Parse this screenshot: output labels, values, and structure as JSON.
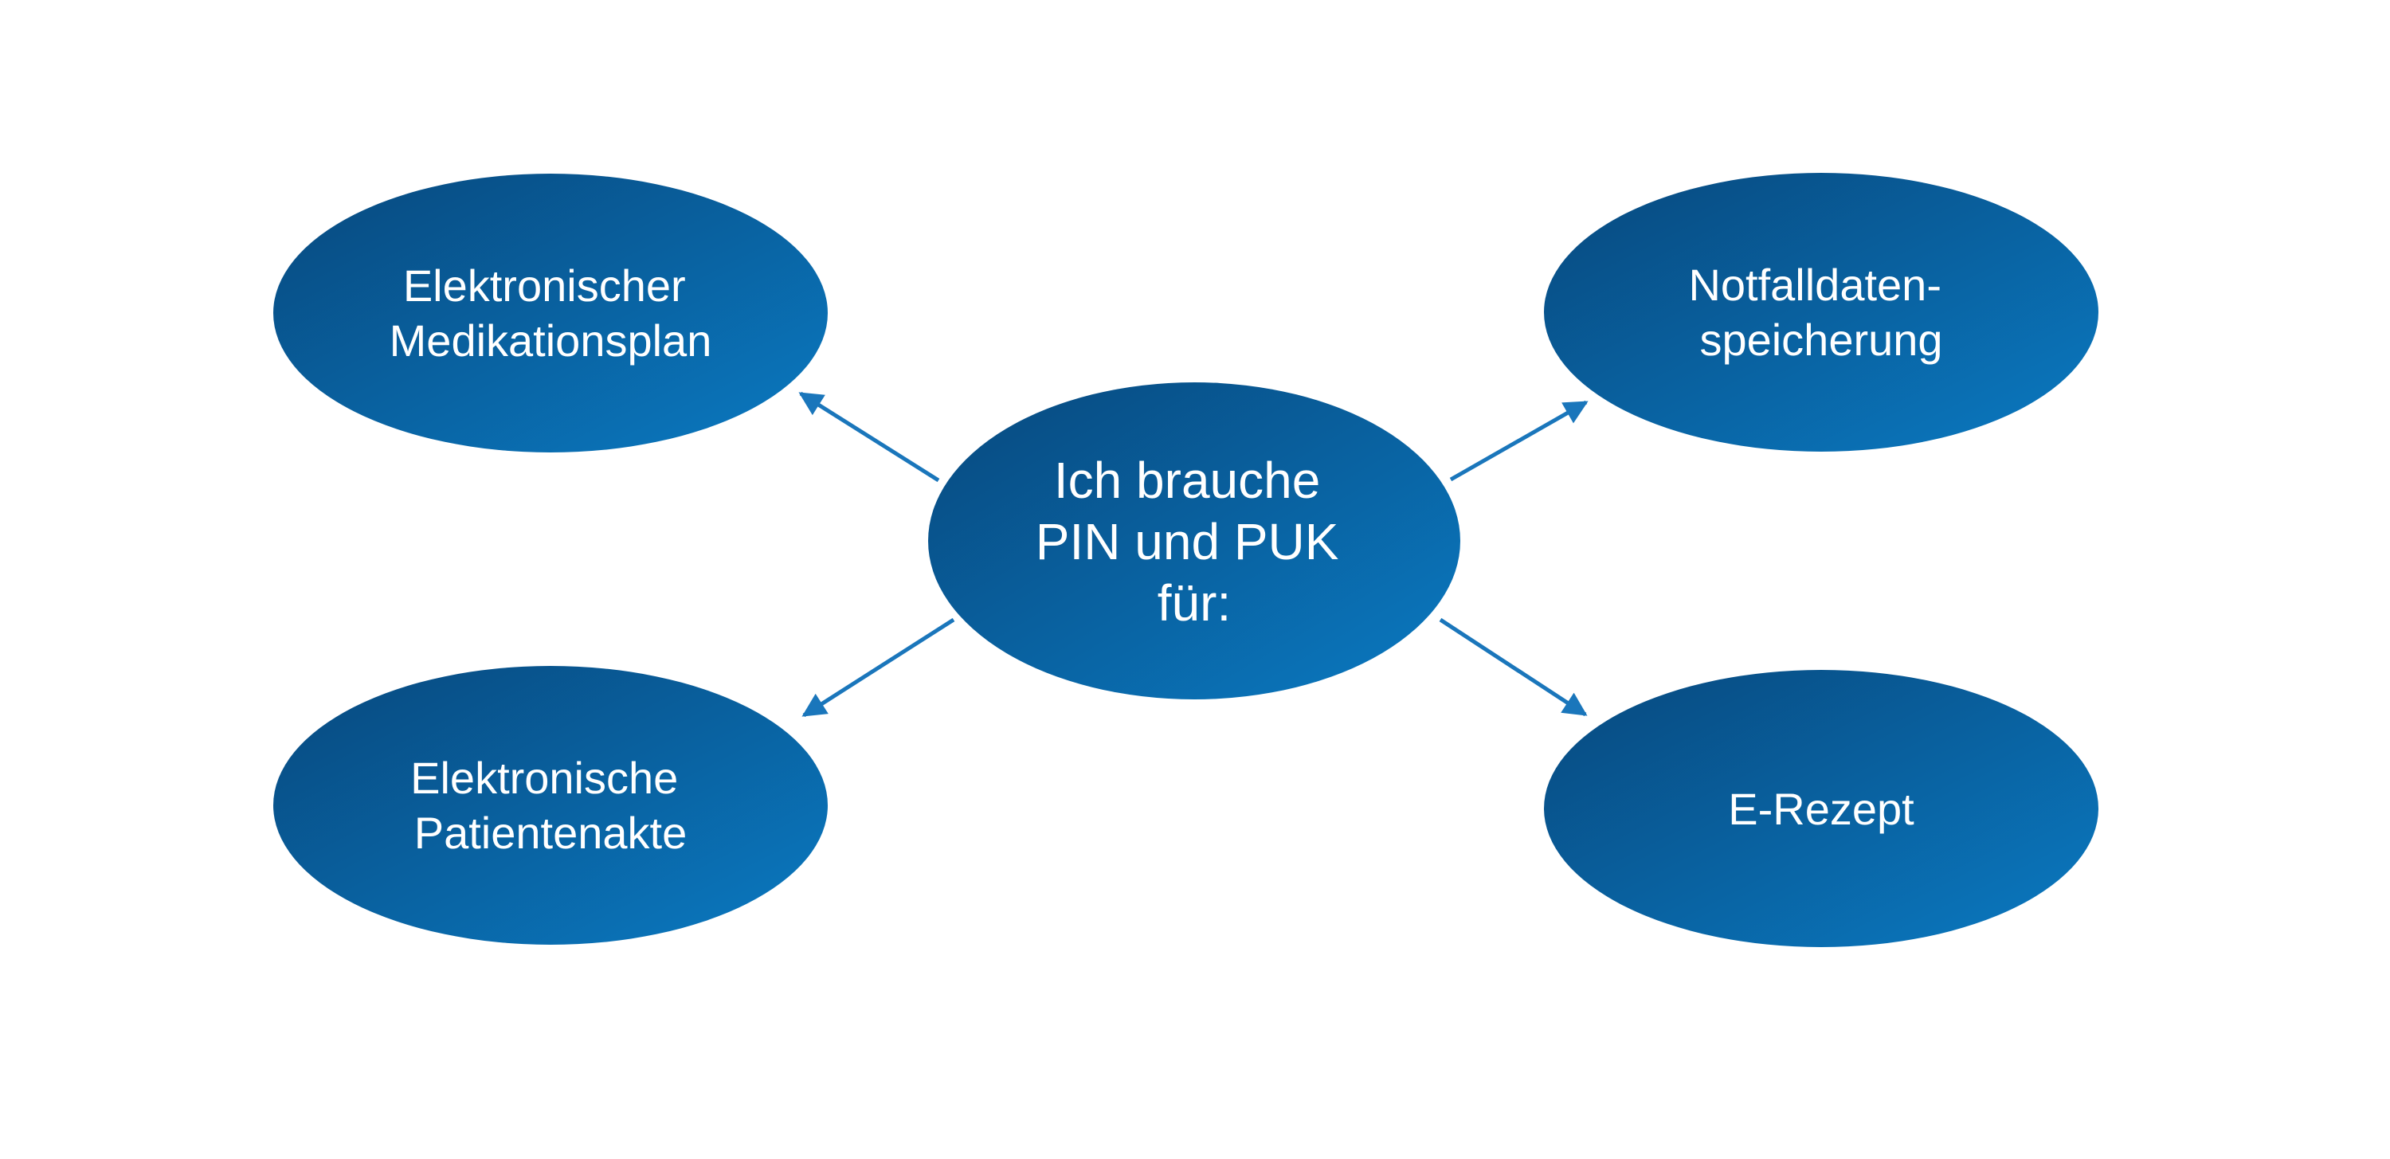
{
  "diagram": {
    "type": "mind-map",
    "colors": {
      "node_gradient_start": "#08487d",
      "node_gradient_end": "#0a7ac2",
      "arrow": "#1a76bb",
      "node_text": "#ffffff",
      "background": "#ffffff"
    },
    "center": {
      "id": "center",
      "lines": [
        "Ich brauche",
        "PIN und PUK",
        "für:"
      ]
    },
    "nodes": [
      {
        "id": "medikationsplan",
        "lines": [
          "Elektronischer",
          "Medikationsplan"
        ]
      },
      {
        "id": "notfalldaten",
        "lines": [
          "Notfalldaten-",
          "speicherung"
        ]
      },
      {
        "id": "patientenakte",
        "lines": [
          "Elektronische",
          "Patientenakte"
        ]
      },
      {
        "id": "erezept",
        "lines": [
          "E-Rezept"
        ]
      }
    ],
    "edges": [
      {
        "from": "center",
        "to": "medikationsplan",
        "directed": true
      },
      {
        "from": "center",
        "to": "notfalldaten",
        "directed": true
      },
      {
        "from": "center",
        "to": "patientenakte",
        "directed": true
      },
      {
        "from": "center",
        "to": "erezept",
        "directed": true
      }
    ]
  }
}
